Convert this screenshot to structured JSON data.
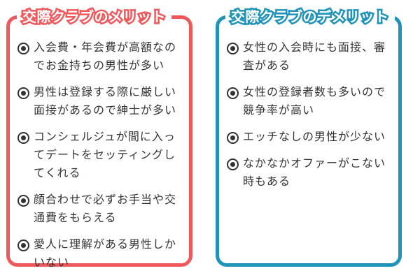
{
  "merit": {
    "title": "交際クラブのメリット",
    "items": [
      "入会費・年会費が高額なのでお金持ちの男性が多い",
      "男性は登録する際に厳しい面接があるので紳士が多い",
      "コンシェルジュが間に入ってデートをセッティングしてくれる",
      "顔合わせで必ずお手当や交通費をもらえる",
      "愛人に理解がある男性しかいない"
    ]
  },
  "demerit": {
    "title": "交際クラブのデメリット",
    "items": [
      "女性の入会時にも面接、審査がある",
      "女性の登録者数も多いので競争率が高い",
      "エッチなしの男性が少ない",
      "なかなかオファーがこない時もある"
    ]
  },
  "colors": {
    "merit_accent": "#f0595c",
    "demerit_accent": "#1f93b8",
    "text": "#333333"
  },
  "icons": {
    "bullet": "circled-dot-icon"
  }
}
